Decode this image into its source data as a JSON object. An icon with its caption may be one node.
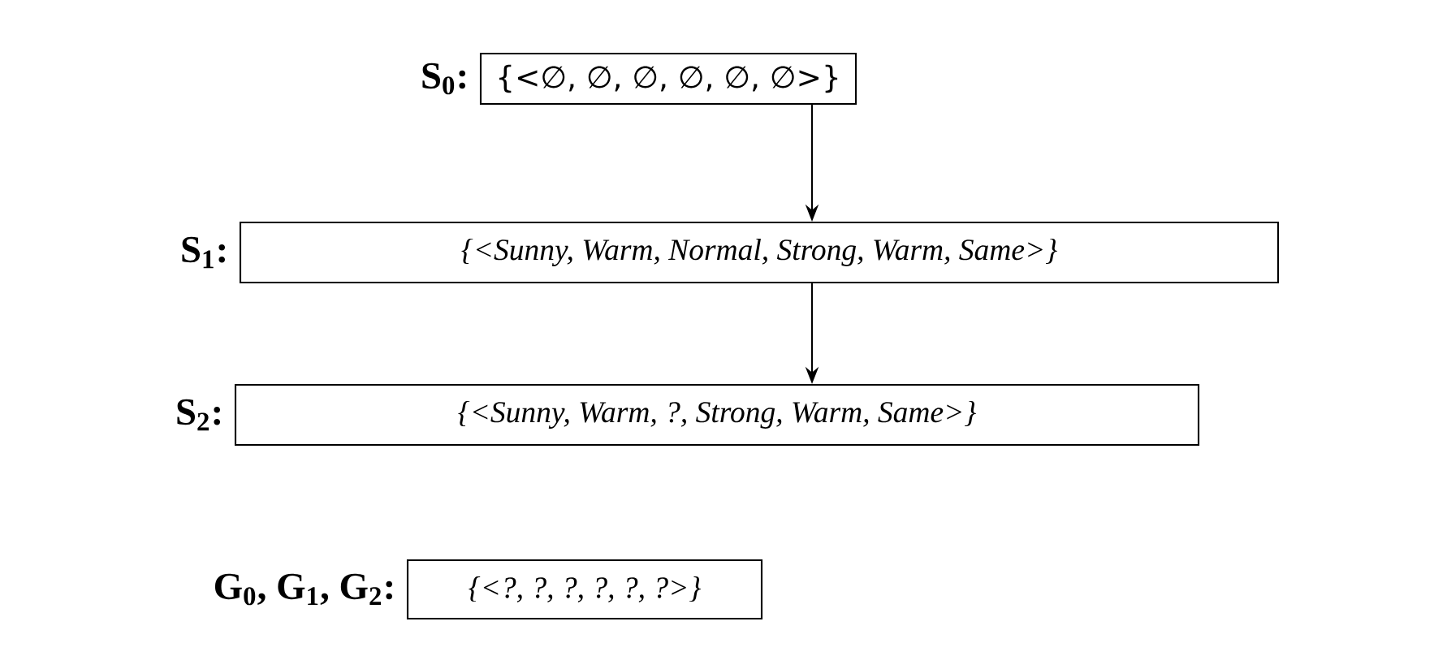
{
  "diagram": {
    "nodes": [
      {
        "text": [
          "S$_{0}$:",
          "{<∅, ∅, ∅, ∅, ∅, ∅>}"
        ]
      },
      {
        "text": [
          "S$_{1}$:",
          "{<Sunny, Warm, Normal, Strong, Warm, Same>}"
        ]
      },
      {
        "text": [
          "S$_{2}$:",
          "{<Sunny, Warm, ?, Strong, Warm, Same>}"
        ]
      },
      {
        "text": [
          "G$_{0}$, G$_{1}$, G$_{2}$:",
          "{<?, ?, ?, ?, ?, ?>}"
        ]
      }
    ],
    "edges": [
      {
        "from": 0,
        "to": 1,
        "arrow": "to"
      },
      {
        "from": 1,
        "to": 2,
        "arrow": "to"
      }
    ]
  }
}
